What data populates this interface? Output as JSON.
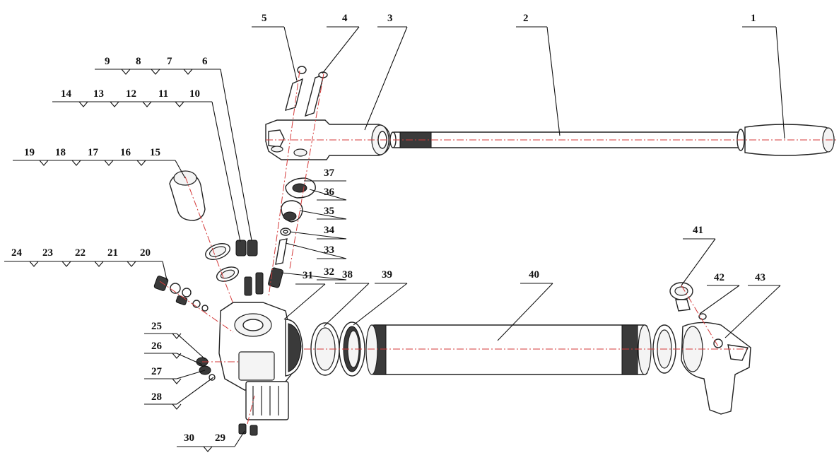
{
  "diagram": {
    "type": "exploded-view",
    "callouts": [
      {
        "id": "1",
        "label": "1"
      },
      {
        "id": "2",
        "label": "2"
      },
      {
        "id": "3",
        "label": "3"
      },
      {
        "id": "4",
        "label": "4"
      },
      {
        "id": "5",
        "label": "5"
      },
      {
        "id": "6",
        "label": "6"
      },
      {
        "id": "7",
        "label": "7"
      },
      {
        "id": "8",
        "label": "8"
      },
      {
        "id": "9",
        "label": "9"
      },
      {
        "id": "10",
        "label": "10"
      },
      {
        "id": "11",
        "label": "11"
      },
      {
        "id": "12",
        "label": "12"
      },
      {
        "id": "13",
        "label": "13"
      },
      {
        "id": "14",
        "label": "14"
      },
      {
        "id": "15",
        "label": "15"
      },
      {
        "id": "16",
        "label": "16"
      },
      {
        "id": "17",
        "label": "17"
      },
      {
        "id": "18",
        "label": "18"
      },
      {
        "id": "19",
        "label": "19"
      },
      {
        "id": "20",
        "label": "20"
      },
      {
        "id": "21",
        "label": "21"
      },
      {
        "id": "22",
        "label": "22"
      },
      {
        "id": "23",
        "label": "23"
      },
      {
        "id": "24",
        "label": "24"
      },
      {
        "id": "25",
        "label": "25"
      },
      {
        "id": "26",
        "label": "26"
      },
      {
        "id": "27",
        "label": "27"
      },
      {
        "id": "28",
        "label": "28"
      },
      {
        "id": "29",
        "label": "29"
      },
      {
        "id": "30",
        "label": "30"
      },
      {
        "id": "31",
        "label": "31"
      },
      {
        "id": "32",
        "label": "32"
      },
      {
        "id": "33",
        "label": "33"
      },
      {
        "id": "34",
        "label": "34"
      },
      {
        "id": "35",
        "label": "35"
      },
      {
        "id": "36",
        "label": "36"
      },
      {
        "id": "37",
        "label": "37"
      },
      {
        "id": "38",
        "label": "38"
      },
      {
        "id": "39",
        "label": "39"
      },
      {
        "id": "40",
        "label": "40"
      },
      {
        "id": "41",
        "label": "41"
      },
      {
        "id": "42",
        "label": "42"
      },
      {
        "id": "43",
        "label": "43"
      }
    ]
  }
}
